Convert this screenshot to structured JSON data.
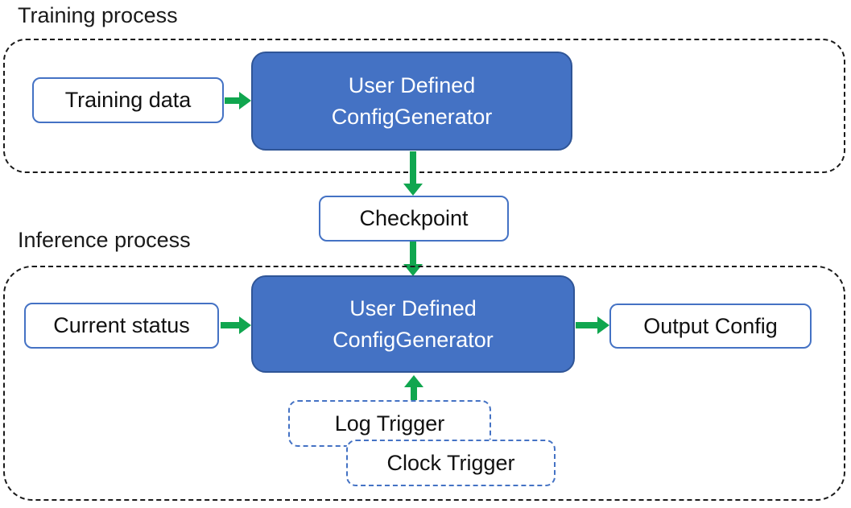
{
  "colors": {
    "generator_fill": "#4472C4",
    "generator_border": "#2F5597",
    "io_box_border": "#4472C4",
    "trigger_border": "#4472C4",
    "arrow_green": "#10A64F",
    "container_dash": "#1a1a1a",
    "text_dark": "#111111",
    "text_light": "#ffffff"
  },
  "training": {
    "section_label": "Training process",
    "input_box_label": "Training data",
    "generator_line1": "User Defined",
    "generator_line2": "ConfigGenerator"
  },
  "checkpoint": {
    "label": "Checkpoint"
  },
  "inference": {
    "section_label": "Inference process",
    "input_box_label": "Current status",
    "generator_line1": "User Defined",
    "generator_line2": "ConfigGenerator",
    "output_box_label": "Output Config",
    "log_trigger_label": "Log Trigger",
    "clock_trigger_label": "Clock Trigger"
  }
}
